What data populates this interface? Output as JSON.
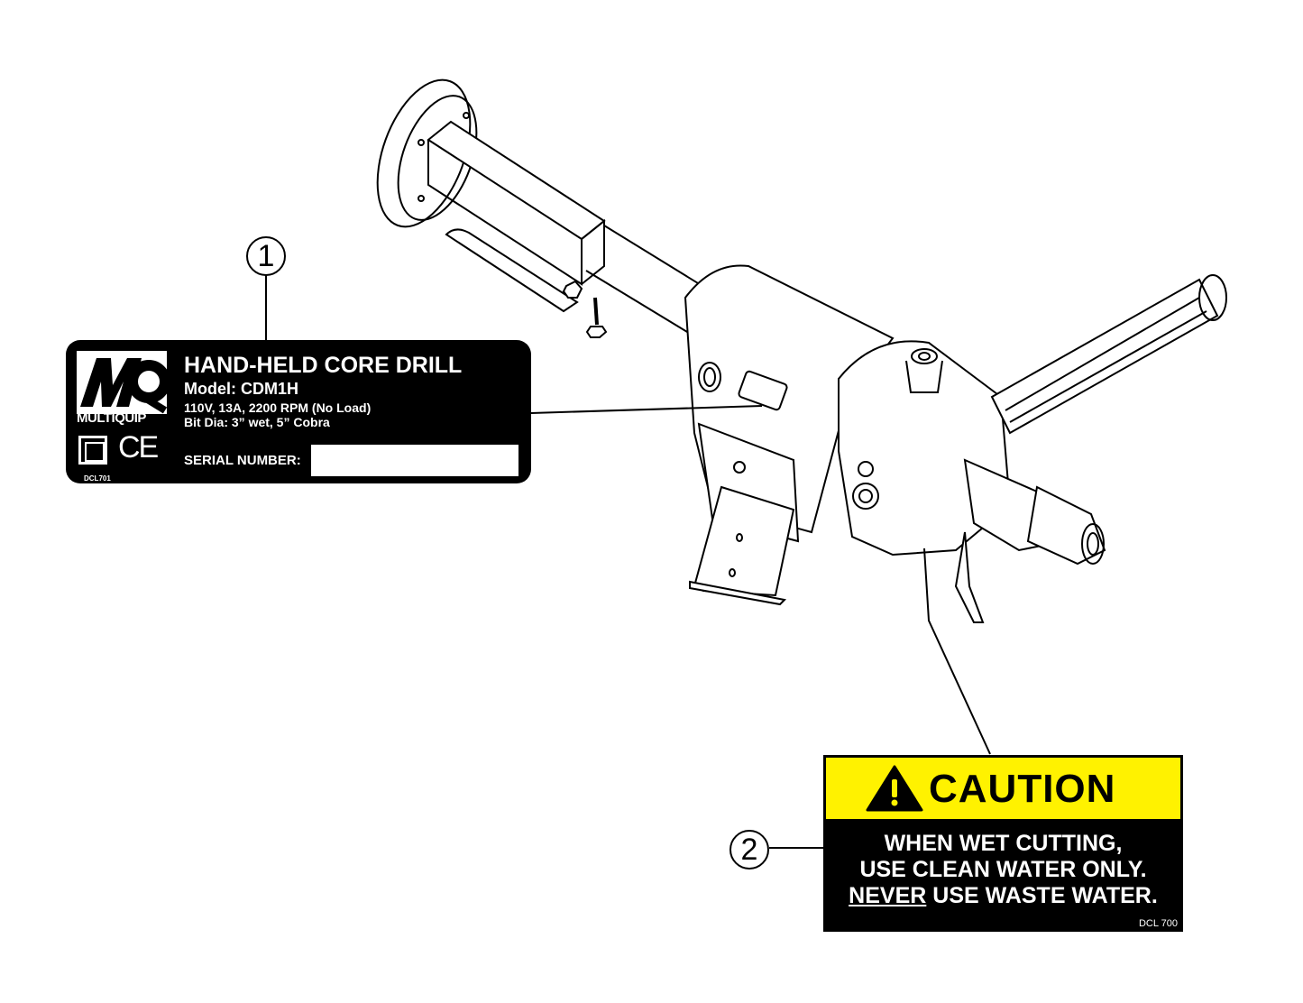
{
  "callouts": [
    {
      "number": "1",
      "target": "model-decal"
    },
    {
      "number": "2",
      "target": "caution-decal"
    }
  ],
  "decal_1": {
    "logo_initials": "MQ",
    "brand": "MULTIQUIP",
    "title": "HAND-HELD CORE DRILL",
    "model": "Model: CDM1H",
    "spec_line_1": "110V, 13A, 2200 RPM (No Load)",
    "spec_line_2": "Bit Dia: 3” wet, 5” Cobra",
    "serial_label": "SERIAL NUMBER:",
    "serial_value": "",
    "ce_mark": "CE",
    "part_number": "DCL701"
  },
  "decal_2": {
    "header": "CAUTION",
    "line_1": "WHEN WET CUTTING,",
    "line_2": "USE CLEAN WATER ONLY.",
    "line_3_underlined": "NEVER",
    "line_3_rest": " USE WASTE WATER.",
    "part_number": "DCL 700",
    "colors": {
      "band": "#fff200",
      "background": "#000000",
      "text": "#ffffff"
    }
  },
  "illustration": {
    "subject": "hand-held core drill with side handle and rear support arm"
  }
}
